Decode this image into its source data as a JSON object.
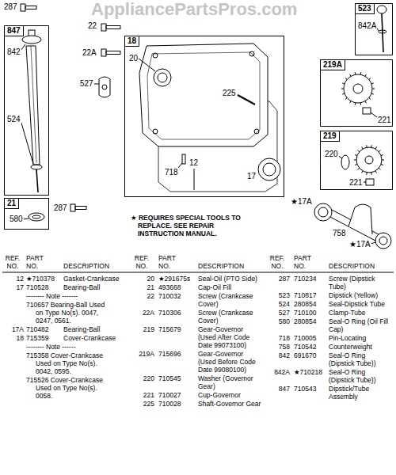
{
  "diagram": {
    "nodes": [
      {
        "text": [
          "847"
        ]
      },
      {
        "text": [
          "18"
        ]
      },
      {
        "text": [
          "523"
        ]
      },
      {
        "text": [
          "219A"
        ]
      },
      {
        "text": [
          "219"
        ]
      },
      {
        "text": [
          "21"
        ]
      }
    ],
    "labels": [
      "AppliancePartsPros.com",
      "287",
      "842",
      "524",
      "22",
      "22A",
      "527",
      "20",
      "225",
      "12",
      "718",
      "17",
      "842A",
      "221",
      "220",
      "221",
      "580",
      "287",
      "★17A",
      "758",
      "★17A",
      "★ REQUIRES SPECIAL TOOLS TO REPLACE. SEE REPAIR INSTRUCTION MANUAL.",
      "REF. NO.",
      "PART NO.",
      "DESCRIPTION",
      "REF. NO.",
      "PART NO.",
      "DESCRIPTION",
      "REF. NO.",
      "PART NO.",
      "DESCRIPTION",
      "12",
      "★710378",
      "Gasket-Crankcase",
      "17",
      "710528",
      "Bearing-Ball",
      "-------- Note -------",
      "710657 Bearing-Ball Used on Type No(s). 0047, 0247, 0561.",
      "17A",
      "710482",
      "Bearing-Ball",
      "18",
      "715359",
      "Cover-Crankcase",
      "-------- Note ------",
      "715358 Cover-Crankcase Used on Type No(s). 0042, 0595.",
      "715526 Cover-Crankcase Used on Type No(s). 0058.",
      "20",
      "★291675s",
      "Seal-Oil (PTO Side)",
      "21",
      "493668",
      "Cap-Oil Fill",
      "22",
      "710032",
      "Screw (Crankcase Cover)",
      "22A",
      "710306",
      "Screw (Crankcase Cover)",
      "219",
      "715679",
      "Gear-Governor (Used After Code Date 99073100)",
      "219A",
      "715696",
      "Gear-Governor (Used Before Code Date 99080100)",
      "220",
      "710545",
      "Washer (Governor Gear)",
      "221",
      "710027",
      "Cup-Governor",
      "225",
      "710028",
      "Shaft-Governor Gear",
      "287",
      "710234",
      "Screw (Dipstick Tube)",
      "523",
      "710817",
      "Dipstick (Yellow)",
      "524",
      "280854",
      "Seal-Dipstick Tube",
      "527",
      "710100",
      "Clamp-Tube",
      "580",
      "280854",
      "Seal-O Ring (Oil Fill Cap)",
      "718",
      "710005",
      "Pin-Locating",
      "758",
      "710542",
      "Counterweight",
      "842",
      "691670",
      "Seal-O Ring (Dipstick Tube))",
      "842A",
      "★710218",
      "Seal-O Ring (Dipstick Tube))",
      "847",
      "710543",
      "Dipstick/Tube Assembly"
    ]
  }
}
